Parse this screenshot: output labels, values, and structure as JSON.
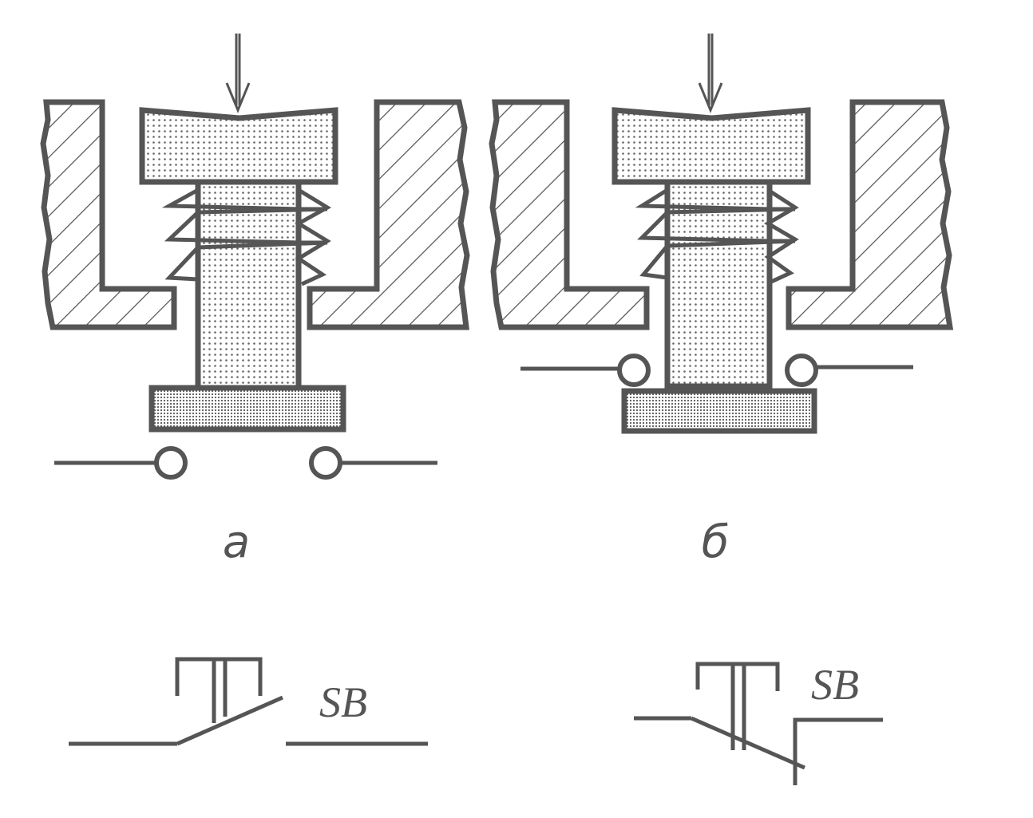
{
  "figure": {
    "panel_a": {
      "caption": "а"
    },
    "panel_b": {
      "caption": "б"
    },
    "symbol_a": {
      "label": "SB"
    },
    "symbol_b": {
      "label": "SB"
    }
  },
  "colors": {
    "line": "#555555",
    "paper": "#ffffff",
    "hatch": "#555555",
    "stipple": "#6a6a6a"
  }
}
